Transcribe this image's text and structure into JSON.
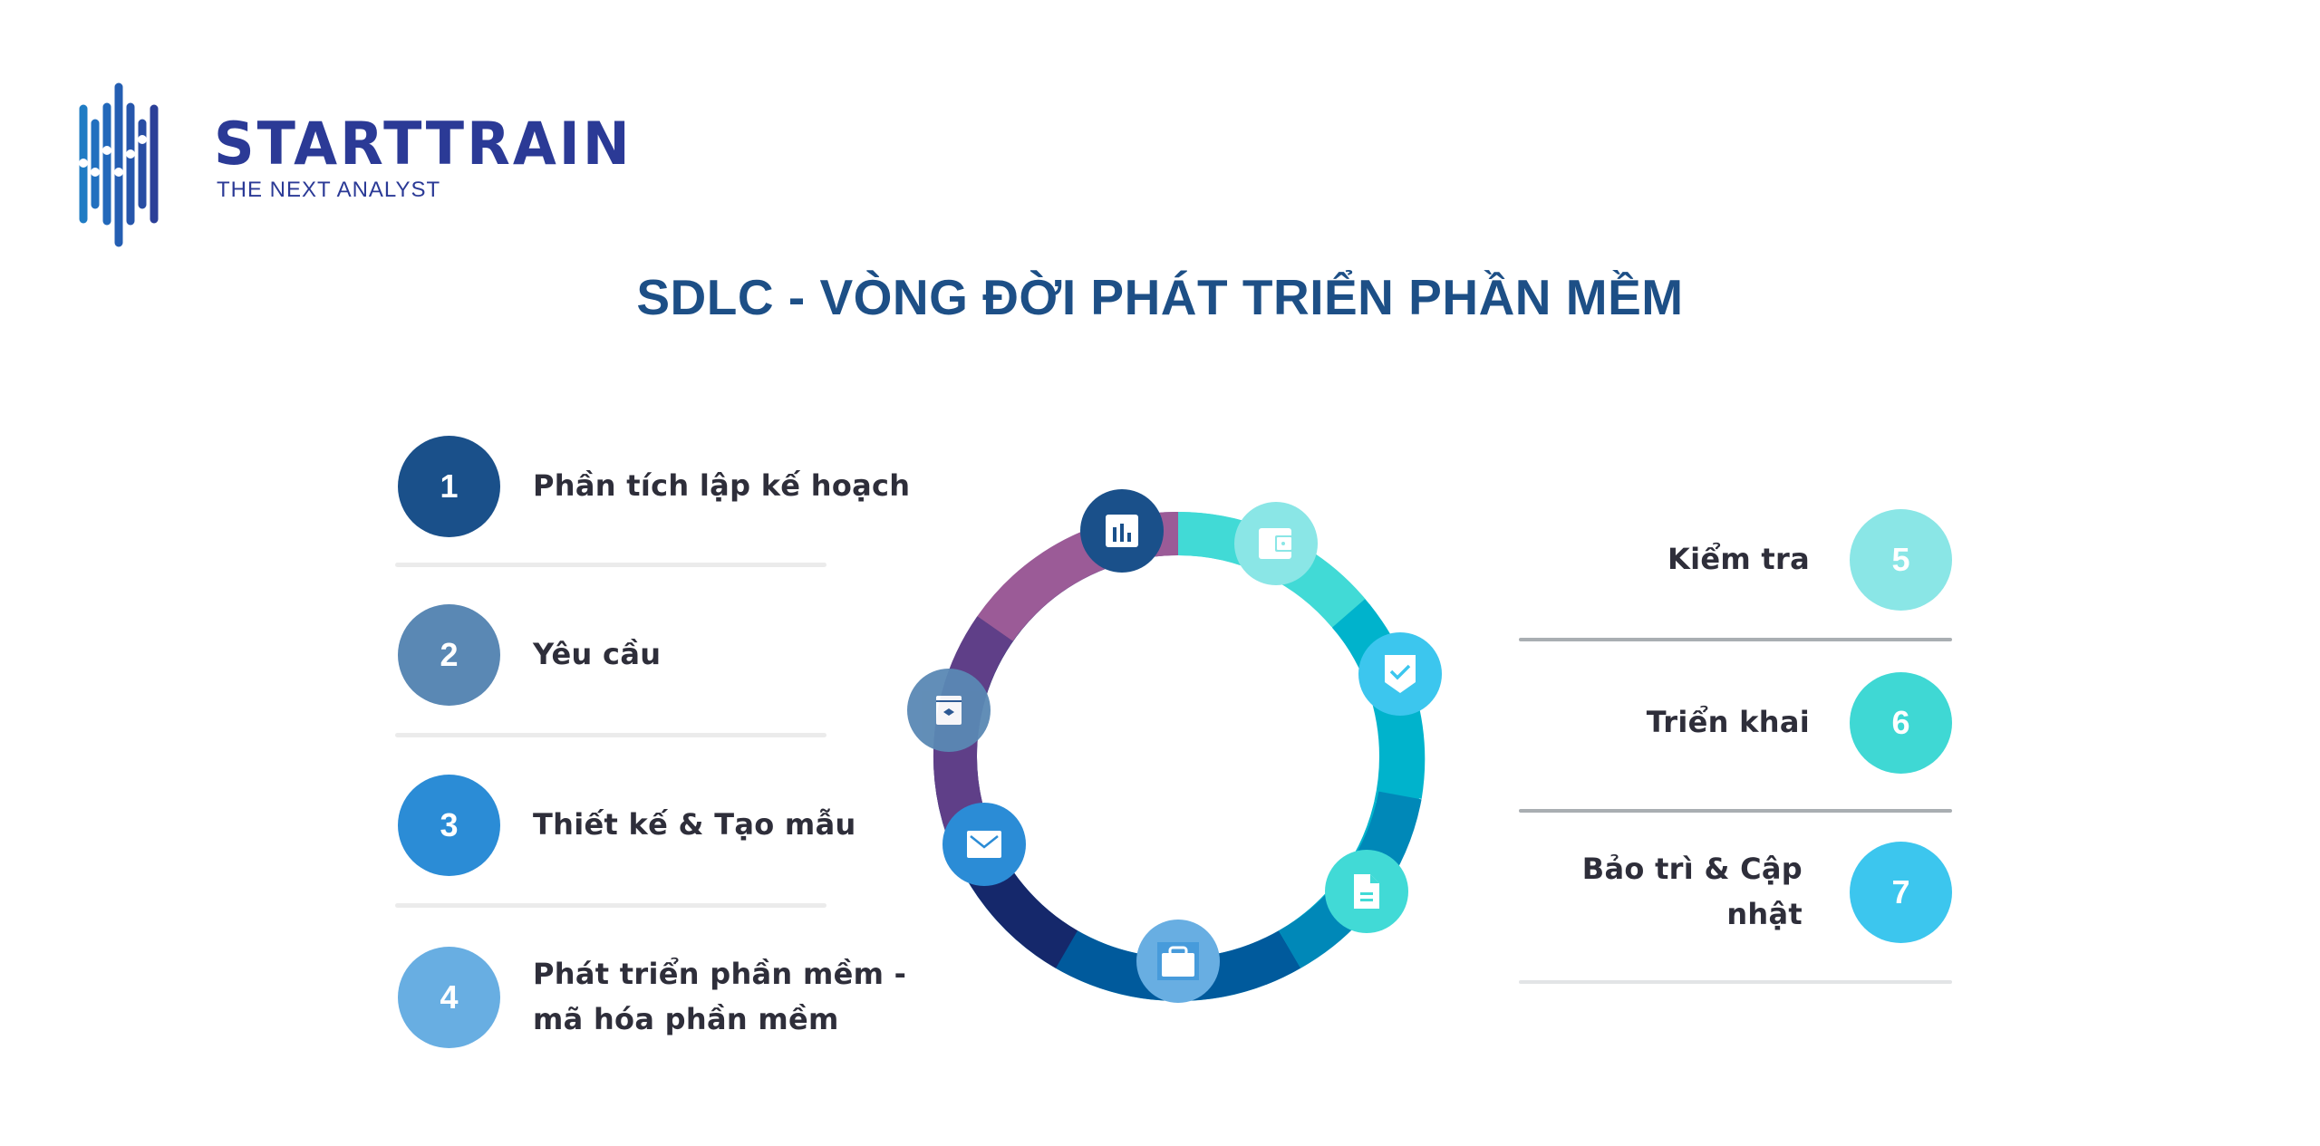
{
  "logo": {
    "wordmark": "STARTTRAIN",
    "tagline": "THE NEXT ANALYST",
    "color": "#2b3a96"
  },
  "title": "SDLC - VÒNG ĐỜI PHÁT TRIỂN PHẦN MỀM",
  "steps": [
    {
      "number": "1",
      "label": "Phần tích lập kế hoạch",
      "color": "#1a508a",
      "side": "left"
    },
    {
      "number": "2",
      "label": "Yêu cầu",
      "color": "#5a88b4",
      "side": "left"
    },
    {
      "number": "3",
      "label": "Thiết kế & Tạo mẫu",
      "color": "#2b8cd6",
      "side": "left"
    },
    {
      "number": "4",
      "label": "Phát triển phần mềm - mã hóa phần mềm",
      "label_line1": "Phát triển phần mềm -",
      "label_line2": "mã hóa phần mềm",
      "color": "#68aee2",
      "side": "left"
    },
    {
      "number": "5",
      "label": "Kiểm tra",
      "color": "#8ae6e6",
      "side": "right"
    },
    {
      "number": "6",
      "label": "Triển khai",
      "color": "#3fd8d4",
      "side": "right"
    },
    {
      "number": "7",
      "label": "Bảo trì & Cập nhật",
      "color": "#3cc6ee",
      "side": "right"
    }
  ],
  "cycle": {
    "segments": [
      {
        "color": "#41dad6"
      },
      {
        "color": "#41dad6"
      },
      {
        "color": "#00b3cc"
      },
      {
        "color": "#00b3cc"
      },
      {
        "color": "#0088b8"
      },
      {
        "color": "#0088b8"
      },
      {
        "color": "#005a9c"
      },
      {
        "color": "#005a9c"
      },
      {
        "color": "#15286b"
      },
      {
        "color": "#15286b"
      },
      {
        "color": "#5f3f88"
      },
      {
        "color": "#5f3f88"
      },
      {
        "color": "#9b5b97"
      },
      {
        "color": "#9b5b97"
      }
    ],
    "icons": [
      {
        "name": "bar-chart-icon",
        "step": "1",
        "color": "#1a508a"
      },
      {
        "name": "wallet-icon",
        "step": "5",
        "color": "#8ae6e6"
      },
      {
        "name": "shield-check-icon",
        "step": "7",
        "color": "#3cc6ee"
      },
      {
        "name": "document-icon",
        "step": "6",
        "color": "#41dad6"
      },
      {
        "name": "briefcase-icon",
        "step": "4",
        "color": "#68aee2"
      },
      {
        "name": "envelope-icon",
        "step": "3",
        "color": "#2b8cd6"
      },
      {
        "name": "archive-box-icon",
        "step": "2",
        "color": "#5a88b4"
      }
    ]
  }
}
